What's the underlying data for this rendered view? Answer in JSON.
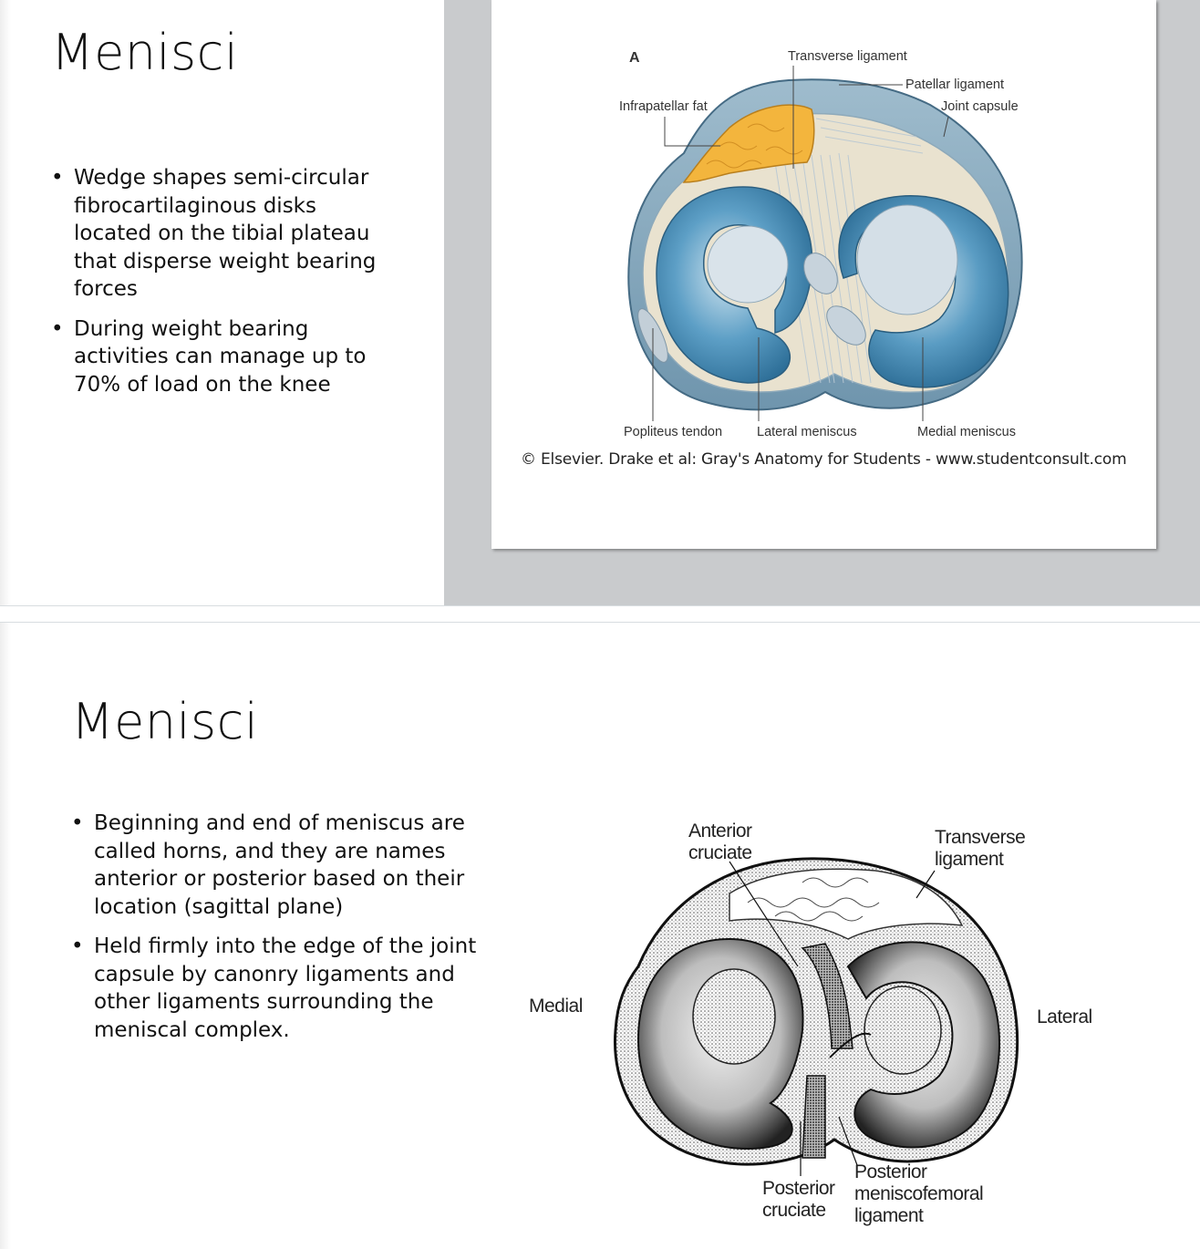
{
  "slides": [
    {
      "title": "Menisci",
      "bullets": [
        "Wedge shapes semi-circular fibrocartilaginous disks located on the tibial plateau that disperse weight bearing forces",
        "During weight bearing activities can manage up to 70% of load on the knee"
      ],
      "figure": {
        "panel_letter": "A",
        "labels": {
          "transverse_ligament": "Transverse ligament",
          "patellar_ligament": "Patellar ligament",
          "infrapatellar_fat": "Infrapatellar fat",
          "joint_capsule": "Joint capsule",
          "popliteus_tendon": "Popliteus tendon",
          "lateral_meniscus": "Lateral meniscus",
          "medial_meniscus": "Medial meniscus"
        },
        "copyright": "© Elsevier. Drake et al: Gray's Anatomy for Students - www.studentconsult.com"
      }
    },
    {
      "title": "Menisci",
      "bullets": [
        "Beginning and end of meniscus are called horns, and they are names anterior or posterior based on their location (sagittal plane)",
        "Held firmly into the edge of the joint capsule by canonry ligaments and other ligaments surrounding the meniscal complex."
      ],
      "figure": {
        "labels": {
          "anterior_cruciate": "Anterior\ncruciate",
          "transverse_ligament": "Transverse\nligament",
          "medial": "Medial",
          "lateral": "Lateral",
          "posterior_cruciate": "Posterior\ncruciate",
          "posterior_meniscofemoral": "Posterior\nmeniscofemoral\nligament"
        }
      }
    }
  ],
  "colors": {
    "meniscus_blue": "#4a8fb8",
    "fat_yellow": "#f3b53d",
    "panel_gray": "#c9cbcd"
  }
}
